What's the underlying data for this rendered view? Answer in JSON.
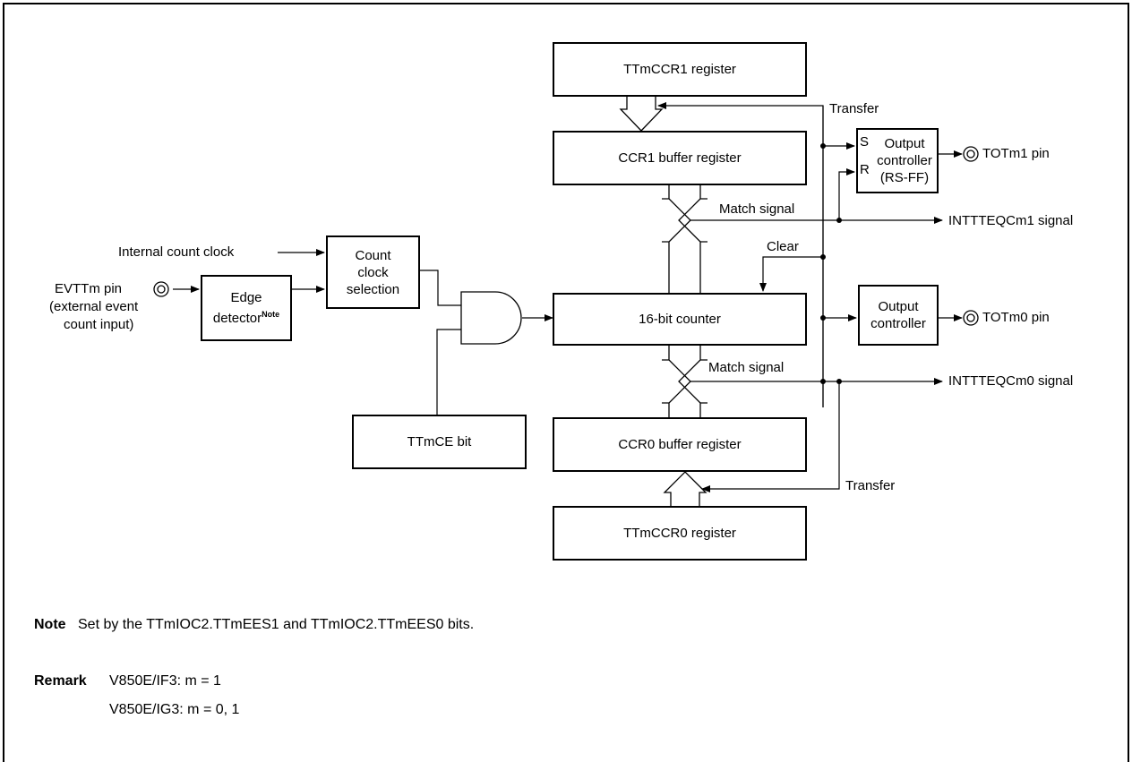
{
  "blocks": {
    "ttmccr1": "TTmCCR1 register",
    "ccr1_buffer": "CCR1 buffer register",
    "counter": "16-bit counter",
    "ccr0_buffer": "CCR0 buffer register",
    "ttmccr0": "TTmCCR0 register",
    "ttmce": "TTmCE bit",
    "count_clock": [
      "Count",
      "clock",
      "selection"
    ],
    "edge_detector": "Edge",
    "edge_detector_2": "detector",
    "edge_note_sup": "Note",
    "output_ctrl_1": [
      "Output",
      "controller",
      "(RS-FF)"
    ],
    "output_ctrl_0": [
      "Output",
      "controller"
    ],
    "ff_s": "S",
    "ff_r": "R"
  },
  "signals": {
    "transfer_top": "Transfer",
    "transfer_bottom": "Transfer",
    "match_top": "Match signal",
    "match_bottom": "Match signal",
    "clear": "Clear",
    "internal_clock": "Internal count clock",
    "evttm_pin": "EVTTm pin",
    "evttm_desc_1": "(external event",
    "evttm_desc_2": "count input)",
    "totm1_pin": "TOTm1 pin",
    "totm0_pin": "TOTm0 pin",
    "int_m1": "INTTTEQCm1 signal",
    "int_m0": "INTTTEQCm0 signal"
  },
  "notes": {
    "note_head": "Note",
    "note_text": "Set by the TTmIOC2.TTmEES1 and TTmIOC2.TTmEES0 bits.",
    "remark_head": "Remark",
    "remark_line1": "V850E/IF3: m = 1",
    "remark_line2": "V850E/IG3: m = 0, 1"
  }
}
